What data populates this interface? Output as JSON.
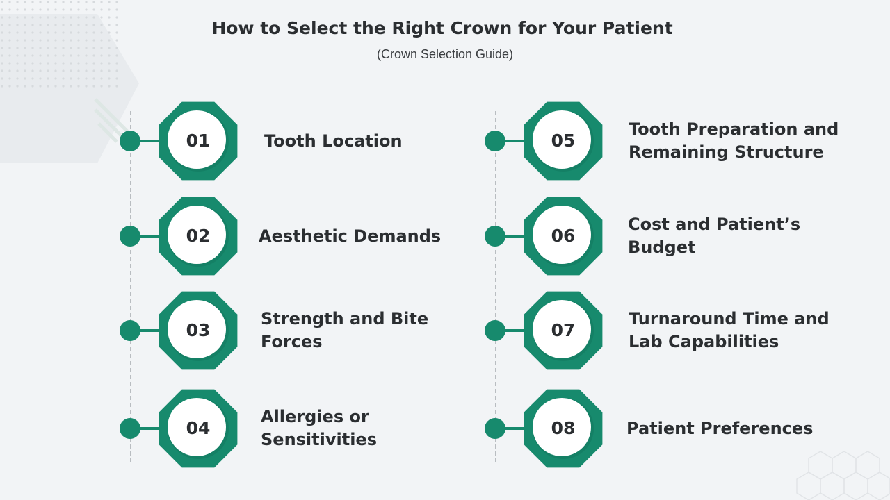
{
  "title": "How to Select the Right Crown for Your Patient",
  "subtitle": "(Crown Selection Guide)",
  "colors": {
    "accent": "#178a6d",
    "badge_fill": "#178a6d",
    "badge_inner": "#ffffff",
    "background": "#f2f4f6",
    "text": "#2b2e31"
  },
  "steps": [
    {
      "number": "01",
      "label": "Tooth Location"
    },
    {
      "number": "02",
      "label": "Aesthetic Demands"
    },
    {
      "number": "03",
      "label": "Strength and Bite\nForces"
    },
    {
      "number": "04",
      "label": "Allergies or\nSensitivities"
    },
    {
      "number": "05",
      "label": "Tooth Preparation and\nRemaining Structure"
    },
    {
      "number": "06",
      "label": "Cost and Patient’s\nBudget"
    },
    {
      "number": "07",
      "label": "Turnaround Time and\nLab Capabilities"
    },
    {
      "number": "08",
      "label": "Patient Preferences"
    }
  ]
}
